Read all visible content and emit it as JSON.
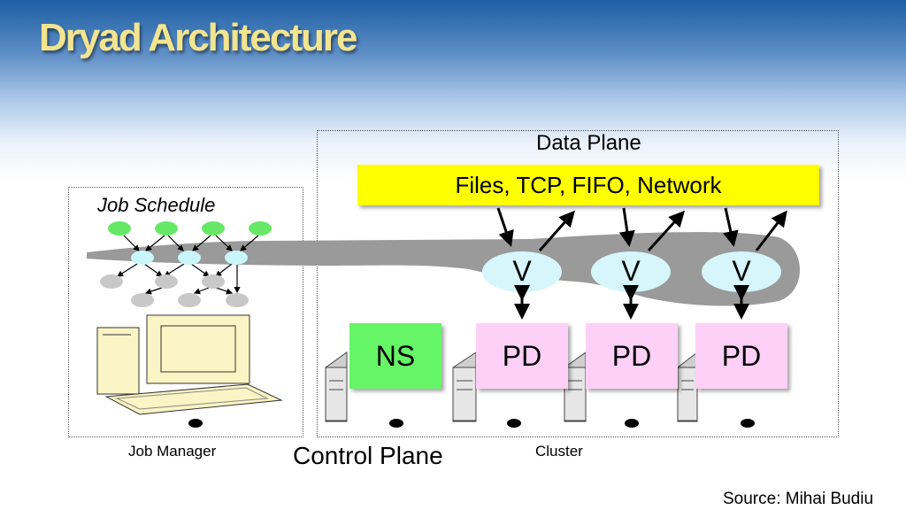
{
  "title": "Dryad Architecture",
  "data_plane": {
    "title": "Data Plane",
    "channels_label": "Files, TCP, FIFO, Network",
    "vertices": [
      "V",
      "V",
      "V"
    ]
  },
  "job_manager": {
    "schedule_label": "Job Schedule",
    "label": "Job Manager"
  },
  "cluster": {
    "ns_label": "NS",
    "pd_labels": [
      "PD",
      "PD",
      "PD"
    ],
    "label": "Cluster"
  },
  "control_plane_label": "Control Plane",
  "source": "Source: Mihai Budiu",
  "colors": {
    "title_text": "#f3e48e",
    "channel_bar": "#ffff00",
    "vertex": "#d6f6fb",
    "ns_box": "#66f566",
    "pd_box": "#ffd0f7",
    "control_band": "#9a9a9a",
    "schedule_node_top": "#66e866",
    "schedule_node_mid": "#c8f6fb",
    "schedule_node_bottom": "#c8c8c8"
  }
}
